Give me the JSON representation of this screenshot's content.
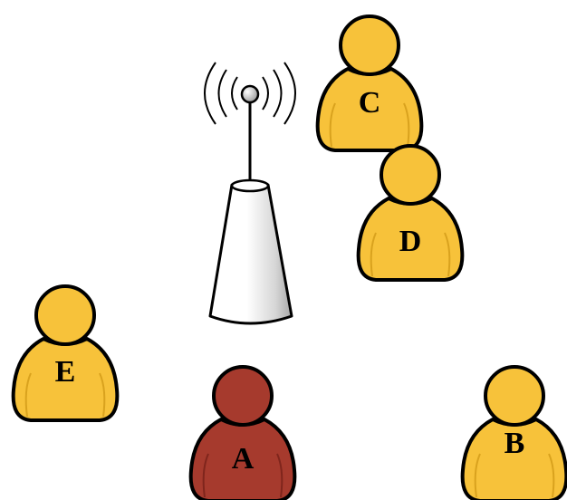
{
  "colors": {
    "user": "#f7c23a",
    "user_dark": "#d9a21e",
    "user_active": "#a63a2d",
    "user_active_dark": "#7f251c",
    "outline": "#000000",
    "tower_light": "#ffffff",
    "tower_shade": "#b8b8b8"
  },
  "icons": {
    "tower": "wireless-tower-icon",
    "user": "person-icon"
  },
  "users": [
    {
      "label": "C",
      "active": false
    },
    {
      "label": "D",
      "active": false
    },
    {
      "label": "E",
      "active": false
    },
    {
      "label": "A",
      "active": true
    },
    {
      "label": "B",
      "active": false
    }
  ]
}
